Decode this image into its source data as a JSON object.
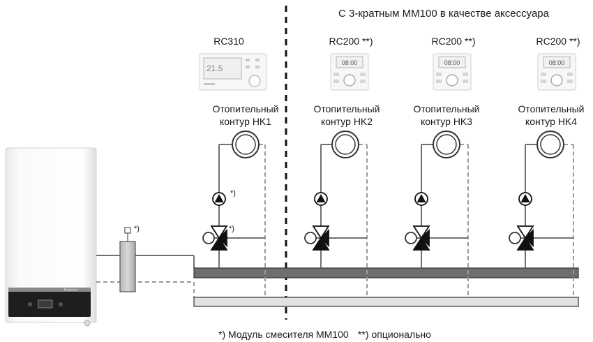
{
  "header": {
    "title": "С 3-кратным MM100 в качестве аксессуара"
  },
  "controllers": [
    {
      "model": "RC310",
      "display_text": "21.5"
    },
    {
      "model": "RC200 **)",
      "display_text": "08:00"
    },
    {
      "model": "RC200 **)",
      "display_text": "08:00"
    },
    {
      "model": "RC200 **)",
      "display_text": "08:00"
    }
  ],
  "circuits": [
    {
      "line1": "Отопительный",
      "line2": "контур HK1"
    },
    {
      "line1": "Отопительный",
      "line2": "контур HK2"
    },
    {
      "line1": "Отопительный",
      "line2": "контур HK3"
    },
    {
      "line1": "Отопительный",
      "line2": "контур HK4"
    }
  ],
  "markers": {
    "single": "*)",
    "double": "**)"
  },
  "footnotes": {
    "mixer": "*) Модуль смесителя MM100",
    "optional": "**) опционально"
  },
  "boiler": {
    "brand": "Buderus"
  },
  "colors": {
    "line": "#707070",
    "supply_header": "#6e6e6e",
    "return_header": "#e2e2e2",
    "separator": "#111111",
    "symbol": "#111111"
  },
  "icons": {
    "heater": "radiator-circle-icon",
    "pump": "pump-icon",
    "valve": "three-way-mixing-valve-icon",
    "sensor": "temperature-sensor-icon"
  }
}
